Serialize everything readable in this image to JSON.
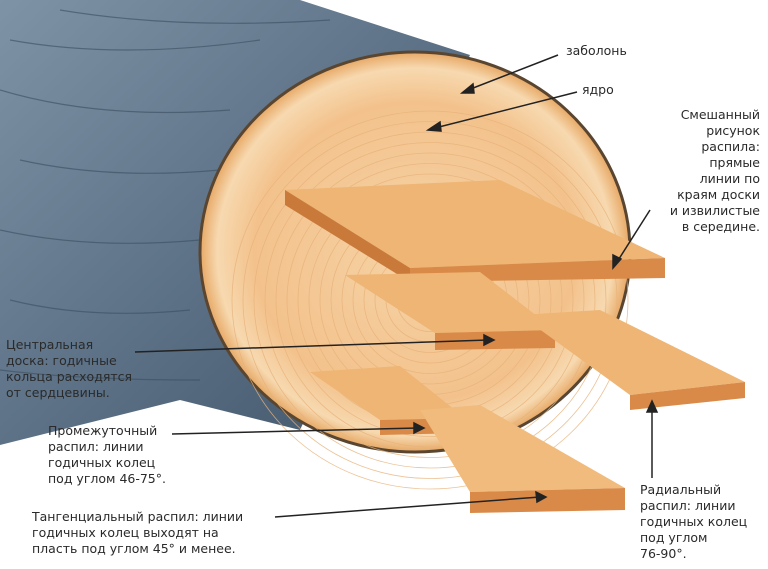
{
  "labels": {
    "sapwood": "заболонь",
    "heartwood": "ядро",
    "mixed": "Смешанный\nрисунок\nраспила:\nпрямые\nлинии по\nкраям доски\nи извилистые\nв середине.",
    "central": "Центральная\nдоска: годичные\nкольца расходятся\nот сердцевины.",
    "intermediate": "Промежуточный\nраспил: линии\nгодичных колец\nпод углом 46-75°.",
    "tangential": "Тангенциальный распил: линии\nгодичных колец выходят на\nпласть под углом 45° и менее.",
    "radial": "Радиальный\nраспил: линии\nгодичных колец\nпод углом\n76-90°."
  },
  "colors": {
    "bark": "#5f7488",
    "wood": "#f3c48e",
    "board": "#e9a866",
    "board_edge": "#d98a48"
  }
}
